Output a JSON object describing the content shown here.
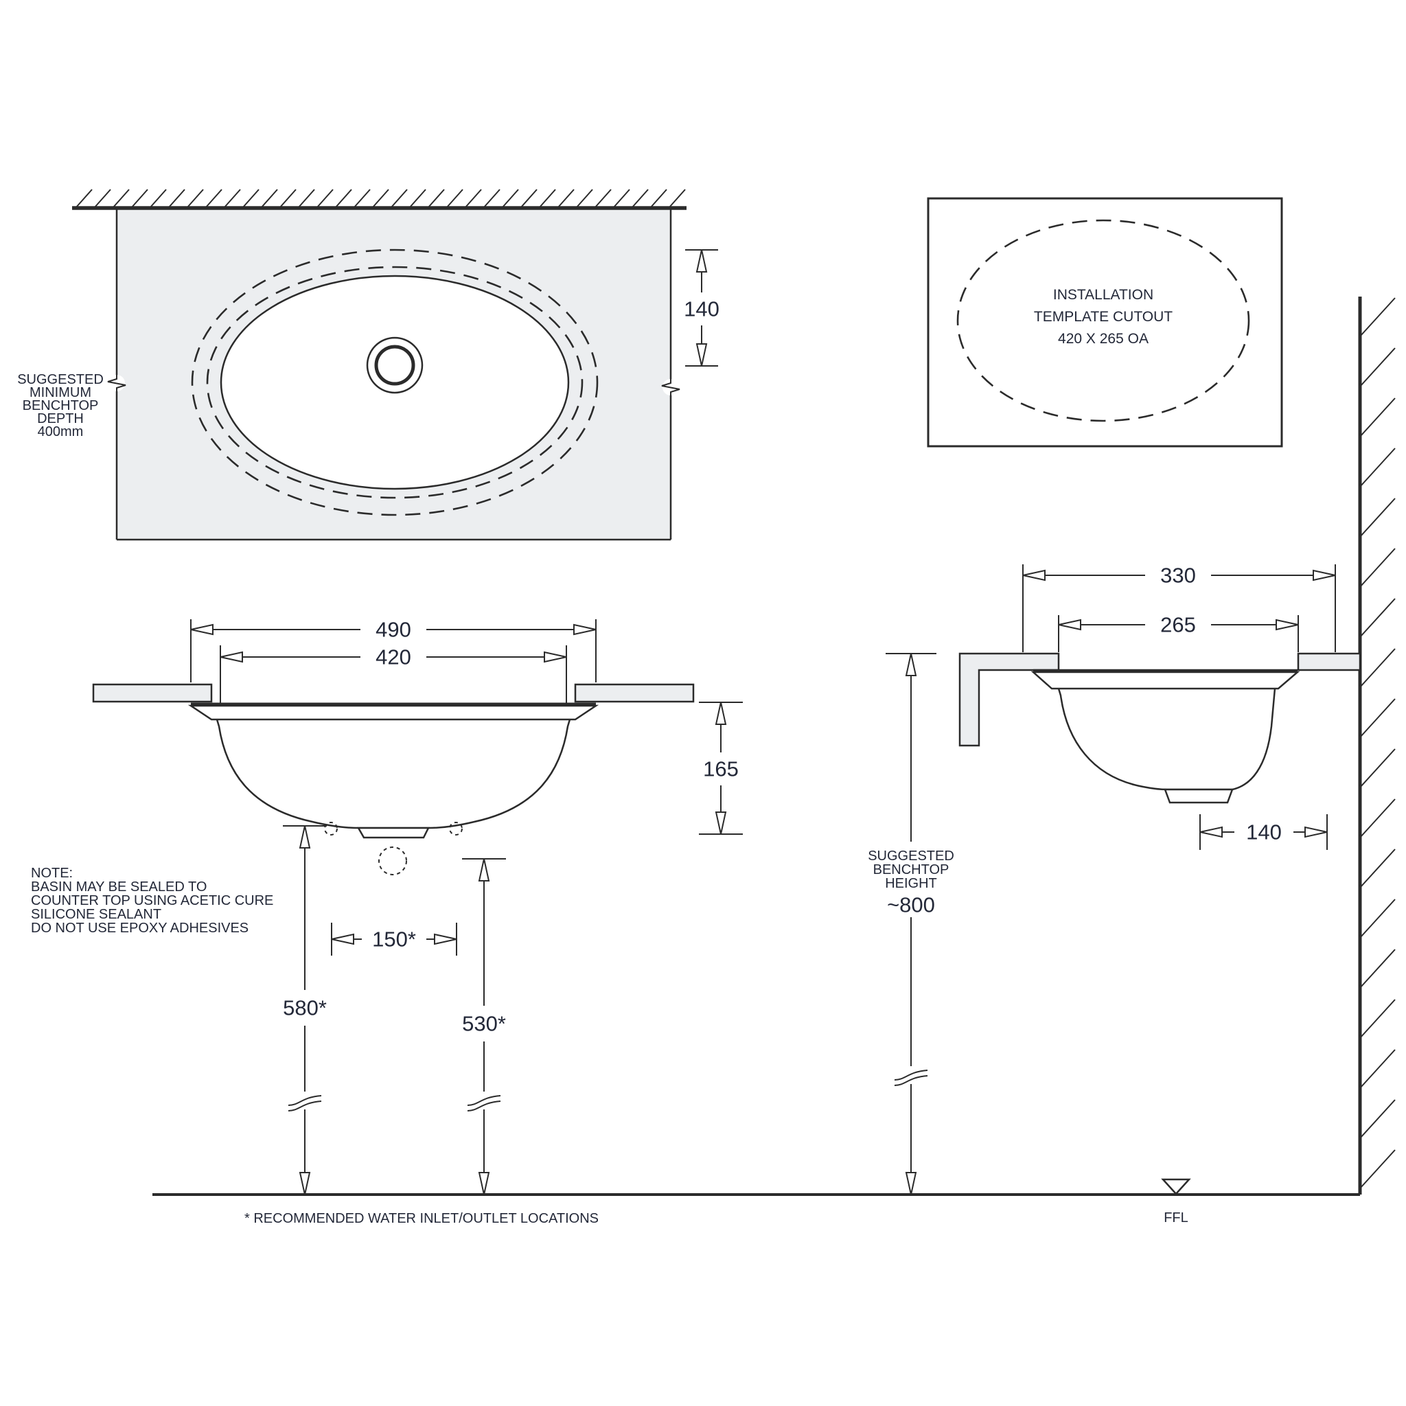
{
  "colors": {
    "line": "#2b2b2b",
    "text": "#232838",
    "benchtop_fill": "#eceef0"
  },
  "plan_view": {
    "depth_label_lines": [
      "SUGGESTED",
      "MINIMUM",
      "BENCHTOP",
      "DEPTH",
      "400mm"
    ],
    "dims": {
      "rim_to_drain": "140"
    }
  },
  "template_view": {
    "label_lines": [
      "INSTALLATION",
      "TEMPLATE CUTOUT",
      "420 X 265 OA"
    ]
  },
  "front_view": {
    "dims": {
      "overall_width": "490",
      "cutout_width": "420",
      "bowl_depth": "165",
      "inlet_spacing": "150*",
      "inlet_height": "580*",
      "outlet_height": "530*"
    },
    "note_lines": [
      "NOTE:",
      "BASIN MAY BE SEALED TO",
      "COUNTER TOP USING ACETIC CURE",
      "SILICONE SEALANT",
      "DO NOT USE EPOXY ADHESIVES"
    ],
    "footnote": "* RECOMMENDED WATER INLET/OUTLET LOCATIONS"
  },
  "side_view": {
    "dims": {
      "overall_depth": "330",
      "cutout_depth": "265",
      "drain_offset": "140",
      "benchtop_height": "~800"
    },
    "height_label_lines": [
      "SUGGESTED",
      "BENCHTOP",
      "HEIGHT"
    ],
    "floor_level_label": "FFL"
  }
}
